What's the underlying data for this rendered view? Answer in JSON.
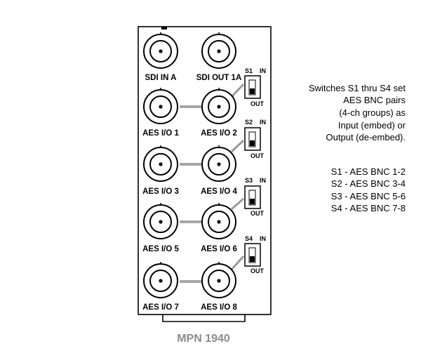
{
  "panel": {
    "model": "MPN 1940",
    "connectors": [
      {
        "id": "sdi-in-a",
        "label": "SDI IN A"
      },
      {
        "id": "sdi-out-1a",
        "label": "SDI OUT 1A"
      },
      {
        "id": "aes-io-1",
        "label": "AES I/O 1"
      },
      {
        "id": "aes-io-2",
        "label": "AES I/O 2"
      },
      {
        "id": "aes-io-3",
        "label": "AES I/O 3"
      },
      {
        "id": "aes-io-4",
        "label": "AES I/O 4"
      },
      {
        "id": "aes-io-5",
        "label": "AES I/O 5"
      },
      {
        "id": "aes-io-6",
        "label": "AES I/O 6"
      },
      {
        "id": "aes-io-7",
        "label": "AES I/O 7"
      },
      {
        "id": "aes-io-8",
        "label": "AES I/O 8"
      }
    ],
    "switches": [
      {
        "name": "S1",
        "top_label": "IN",
        "bottom_label": "OUT"
      },
      {
        "name": "S2",
        "top_label": "IN",
        "bottom_label": "OUT"
      },
      {
        "name": "S3",
        "top_label": "IN",
        "bottom_label": "OUT"
      },
      {
        "name": "S4",
        "top_label": "IN",
        "bottom_label": "OUT"
      }
    ]
  },
  "annotation": {
    "description_lines": [
      "Switches S1 thru S4 set",
      "AES BNC pairs",
      "(4-ch groups) as",
      "Input (embed) or",
      "Output (de-embed)."
    ],
    "mapping_lines": [
      "S1 - AES BNC 1-2",
      "S2 - AES BNC 3-4",
      "S3 - AES BNC 5-6",
      "S4 - AES BNC 7-8"
    ]
  },
  "colors": {
    "panel_border": "#000000",
    "link_bar": "#a6a6a6",
    "leader_line": "#9a9a9a",
    "model_text": "#8c8c8c"
  }
}
